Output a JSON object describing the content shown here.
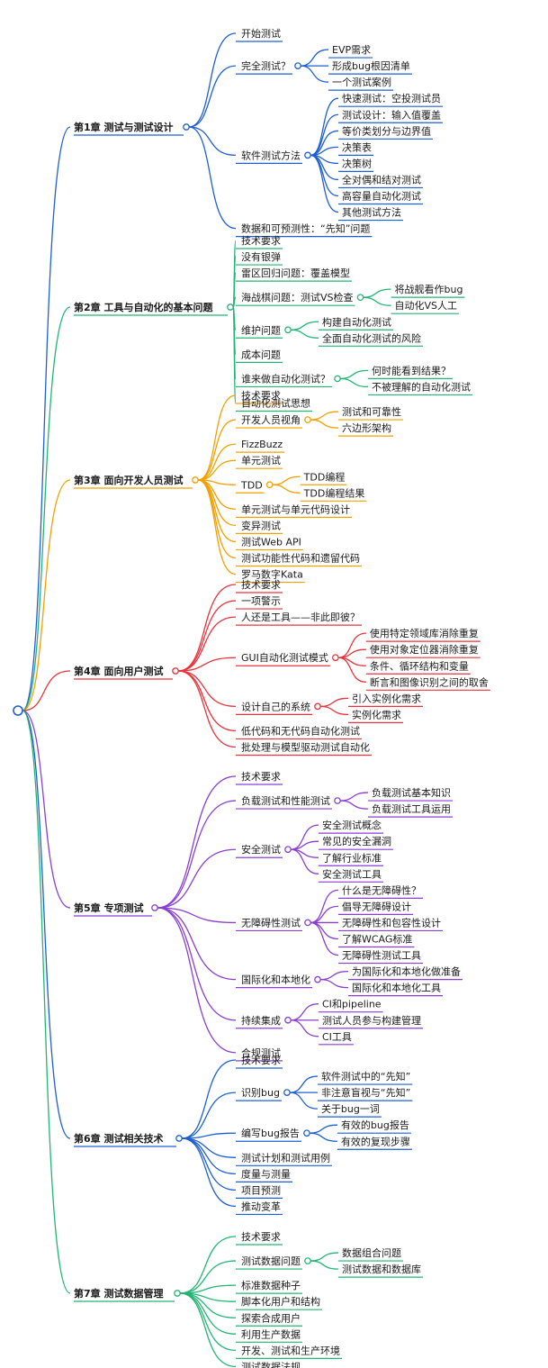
{
  "colors": {
    "root": "#1e5fd3",
    "chapter1": "#1e5fd3",
    "chapter2": "#22b573",
    "chapter3": "#f2a000",
    "chapter4": "#e8333d",
    "chapter5": "#8a3fd1",
    "chapter6": "#1e5fd3",
    "chapter7": "#22b573"
  },
  "mindmap": {
    "chapters": [
      {
        "label": "第1章 测试与测试设计",
        "color_key": "chapter1",
        "children": [
          {
            "label": "开始测试"
          },
          {
            "label": "完全测试？",
            "children": [
              {
                "label": "EVP需求"
              },
              {
                "label": "形成bug根因清单"
              },
              {
                "label": "一个测试案例"
              }
            ]
          },
          {
            "label": "软件测试方法",
            "children": [
              {
                "label": "快速测试：空投测试员"
              },
              {
                "label": "测试设计：输入值覆盖"
              },
              {
                "label": "等价类划分与边界值"
              },
              {
                "label": "决策表"
              },
              {
                "label": "决策树"
              },
              {
                "label": "全对偶和结对测试"
              },
              {
                "label": "高容量自动化测试"
              },
              {
                "label": "其他测试方法"
              }
            ]
          },
          {
            "label": "数据和可预测性：“先知”问题"
          }
        ]
      },
      {
        "label": "第2章 工具与自动化的基本问题",
        "color_key": "chapter2",
        "children": [
          {
            "label": "技术要求"
          },
          {
            "label": "没有银弹"
          },
          {
            "label": "雷区回归问题：覆盖模型"
          },
          {
            "label": "海战棋问题：测试VS检查",
            "children": [
              {
                "label": "将战舰看作bug"
              },
              {
                "label": "自动化VS人工"
              }
            ]
          },
          {
            "label": "维护问题",
            "children": [
              {
                "label": "构建自动化测试"
              },
              {
                "label": "全面自动化测试的风险"
              }
            ]
          },
          {
            "label": "成本问题"
          },
          {
            "label": "谁来做自动化测试？",
            "children": [
              {
                "label": "何时能看到结果？"
              },
              {
                "label": "不被理解的自动化测试"
              }
            ]
          },
          {
            "label": "自动化测试思想"
          }
        ]
      },
      {
        "label": "第3章 面向开发人员测试",
        "color_key": "chapter3",
        "children": [
          {
            "label": "技术要求"
          },
          {
            "label": "开发人员视角",
            "children": [
              {
                "label": "测试和可靠性"
              },
              {
                "label": "六边形架构"
              }
            ]
          },
          {
            "label": "FizzBuzz"
          },
          {
            "label": "单元测试"
          },
          {
            "label": "TDD",
            "children": [
              {
                "label": "TDD编程"
              },
              {
                "label": "TDD编程结果"
              }
            ]
          },
          {
            "label": "单元测试与单元代码设计"
          },
          {
            "label": "变异测试"
          },
          {
            "label": "测试Web API"
          },
          {
            "label": "测试功能性代码和遗留代码"
          },
          {
            "label": "罗马数字Kata"
          }
        ]
      },
      {
        "label": "第4章 面向用户测试",
        "color_key": "chapter4",
        "children": [
          {
            "label": "技术要求"
          },
          {
            "label": "一项警示"
          },
          {
            "label": "人还是工具——非此即彼？"
          },
          {
            "label": "GUI自动化测试模式",
            "children": [
              {
                "label": "使用特定领域库消除重复"
              },
              {
                "label": "使用对象定位器消除重复"
              },
              {
                "label": "条件、循环结构和变量"
              },
              {
                "label": "断言和图像识别之间的取舍"
              }
            ]
          },
          {
            "label": "设计自己的系统",
            "children": [
              {
                "label": "引入实例化需求"
              },
              {
                "label": "实例化需求"
              }
            ]
          },
          {
            "label": "低代码和无代码自动化测试"
          },
          {
            "label": "批处理与模型驱动测试自动化"
          }
        ]
      },
      {
        "label": "第5章 专项测试",
        "color_key": "chapter5",
        "children": [
          {
            "label": "技术要求"
          },
          {
            "label": "负载测试和性能测试",
            "children": [
              {
                "label": "负载测试基本知识"
              },
              {
                "label": "负载测试工具运用"
              }
            ]
          },
          {
            "label": "安全测试",
            "children": [
              {
                "label": "安全测试概念"
              },
              {
                "label": "常见的安全漏洞"
              },
              {
                "label": "了解行业标准"
              },
              {
                "label": "安全测试工具"
              }
            ]
          },
          {
            "label": "无障碍性测试",
            "children": [
              {
                "label": "什么是无障碍性？"
              },
              {
                "label": "倡导无障碍设计"
              },
              {
                "label": "无障碍性和包容性设计"
              },
              {
                "label": "了解WCAG标准"
              },
              {
                "label": "无障碍性测试工具"
              }
            ]
          },
          {
            "label": "国际化和本地化",
            "children": [
              {
                "label": "为国际化和本地化做准备"
              },
              {
                "label": "国际化和本地化工具"
              }
            ]
          },
          {
            "label": "持续集成",
            "children": [
              {
                "label": "CI和pipeline"
              },
              {
                "label": "测试人员参与构建管理"
              },
              {
                "label": "CI工具"
              }
            ]
          },
          {
            "label": "合规测试"
          }
        ]
      },
      {
        "label": "第6章 测试相关技术",
        "color_key": "chapter6",
        "children": [
          {
            "label": "技术要求"
          },
          {
            "label": "识别bug",
            "children": [
              {
                "label": "软件测试中的“先知”"
              },
              {
                "label": "非注意盲视与“先知”"
              },
              {
                "label": "关于bug一词"
              }
            ]
          },
          {
            "label": "编写bug报告",
            "children": [
              {
                "label": "有效的bug报告"
              },
              {
                "label": "有效的复现步骤"
              }
            ]
          },
          {
            "label": "测试计划和测试用例"
          },
          {
            "label": "度量与测量"
          },
          {
            "label": "项目预测"
          },
          {
            "label": "推动变革"
          }
        ]
      },
      {
        "label": "第7章 测试数据管理",
        "color_key": "chapter7",
        "children": [
          {
            "label": "技术要求"
          },
          {
            "label": "测试数据问题",
            "children": [
              {
                "label": "数据组合问题"
              },
              {
                "label": "测试数据和数据库"
              }
            ]
          },
          {
            "label": "标准数据种子"
          },
          {
            "label": "脚本化用户和结构"
          },
          {
            "label": "探索合成用户"
          },
          {
            "label": "利用生产数据"
          },
          {
            "label": "开发、测试和生产环境"
          },
          {
            "label": "测试数据法规"
          }
        ]
      }
    ]
  }
}
